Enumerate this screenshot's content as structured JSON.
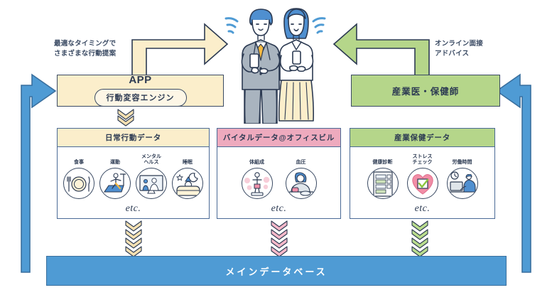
{
  "diagram": {
    "app": {
      "title": "APP",
      "engine_label": "行動変容エンジン",
      "bg_color": "#fbeecb"
    },
    "staff": {
      "label": "産業医・保健師",
      "bg_color": "#b5d68a"
    },
    "annotations": {
      "left": "最適なタイミングで\nさまざまな行動提案",
      "left_line1": "最適なタイミングで",
      "left_line2": "さまざまな行動提案",
      "right_line1": "オンライン面接",
      "right_line2": "アドバイス"
    },
    "center_illustration": {
      "name": "two-people-with-smartphones",
      "wifi_signals": 2
    },
    "panels": [
      {
        "title": "日常行動データ",
        "header_color": "#fbeecb",
        "chevron_color": "#f0dcaa",
        "etc": "etc.",
        "items": [
          {
            "label": "食事",
            "icon": "meal-icon"
          },
          {
            "label": "運動",
            "icon": "exercise-icon"
          },
          {
            "label": "メンタル\nヘルス",
            "icon": "mental-health-icon"
          },
          {
            "label": "睡眠",
            "icon": "sleep-icon"
          }
        ]
      },
      {
        "title": "バイタルデータ@オフィスビル",
        "header_color": "#eeaabe",
        "chevron_color": "#f2b3c6",
        "etc": "etc.",
        "items": [
          {
            "label": "体組成",
            "icon": "body-composition-icon"
          },
          {
            "label": "血圧",
            "icon": "blood-pressure-icon"
          }
        ]
      },
      {
        "title": "産業保健データ",
        "header_color": "#b5d68a",
        "chevron_color": "#b5d68a",
        "etc": "etc.",
        "items": [
          {
            "label": "健康診断",
            "icon": "health-checkup-icon"
          },
          {
            "label": "ストレス\nチェック",
            "icon": "stress-check-icon"
          },
          {
            "label": "労働時間",
            "icon": "working-hours-icon"
          }
        ]
      }
    ],
    "database": {
      "label": "メインデータベース",
      "bg_color": "#4f9bd4"
    },
    "arrows": {
      "app_to_user_color": "#fbeecb",
      "staff_to_user_color": "#b5d68a",
      "loop_color": "#4f9bd4",
      "app_chevron_color": "#f0dcaa"
    }
  }
}
